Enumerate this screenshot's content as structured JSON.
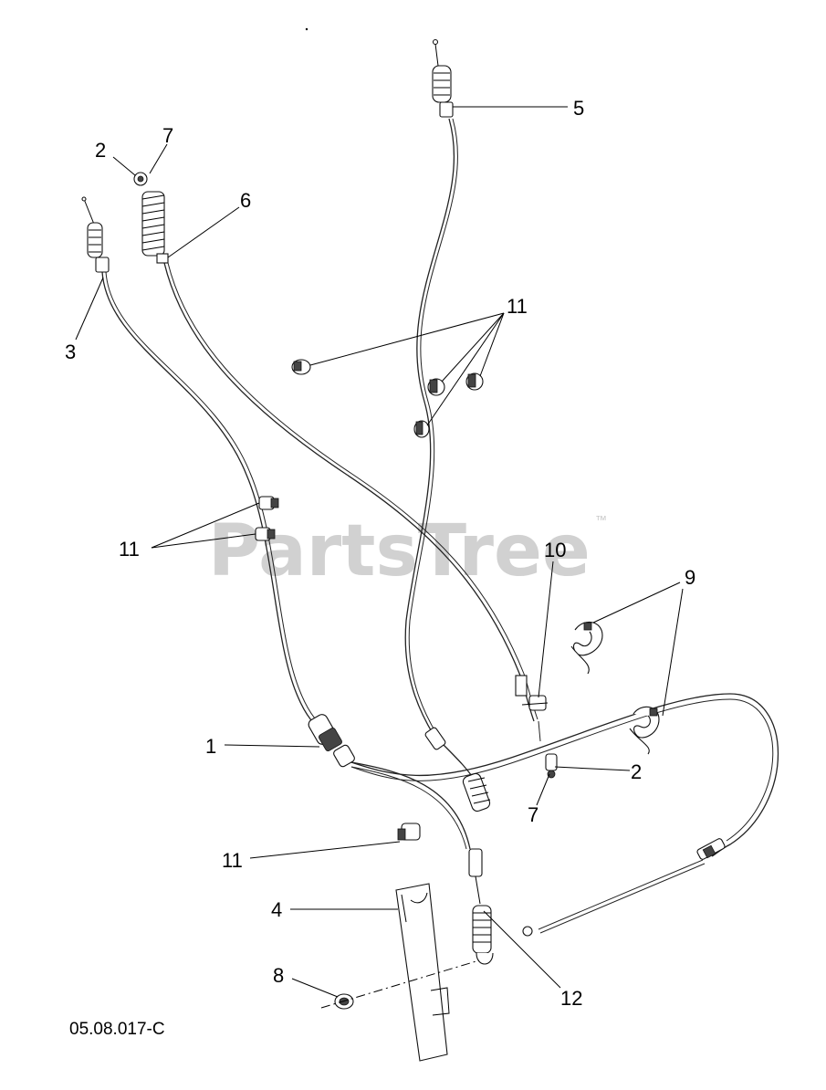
{
  "watermark": {
    "text": "PartsTree",
    "trademark": "™"
  },
  "figure_code": "05.08.017-C",
  "callouts": {
    "c2_top": "2",
    "c7_top": "7",
    "c6": "6",
    "c5": "5",
    "c3": "3",
    "c11_upper": "11",
    "c11_left": "11",
    "c10": "10",
    "c9": "9",
    "c1": "1",
    "c2_right": "2",
    "c7_right": "7",
    "c11_lower": "11",
    "c4": "4",
    "c8": "8",
    "c12": "12"
  }
}
